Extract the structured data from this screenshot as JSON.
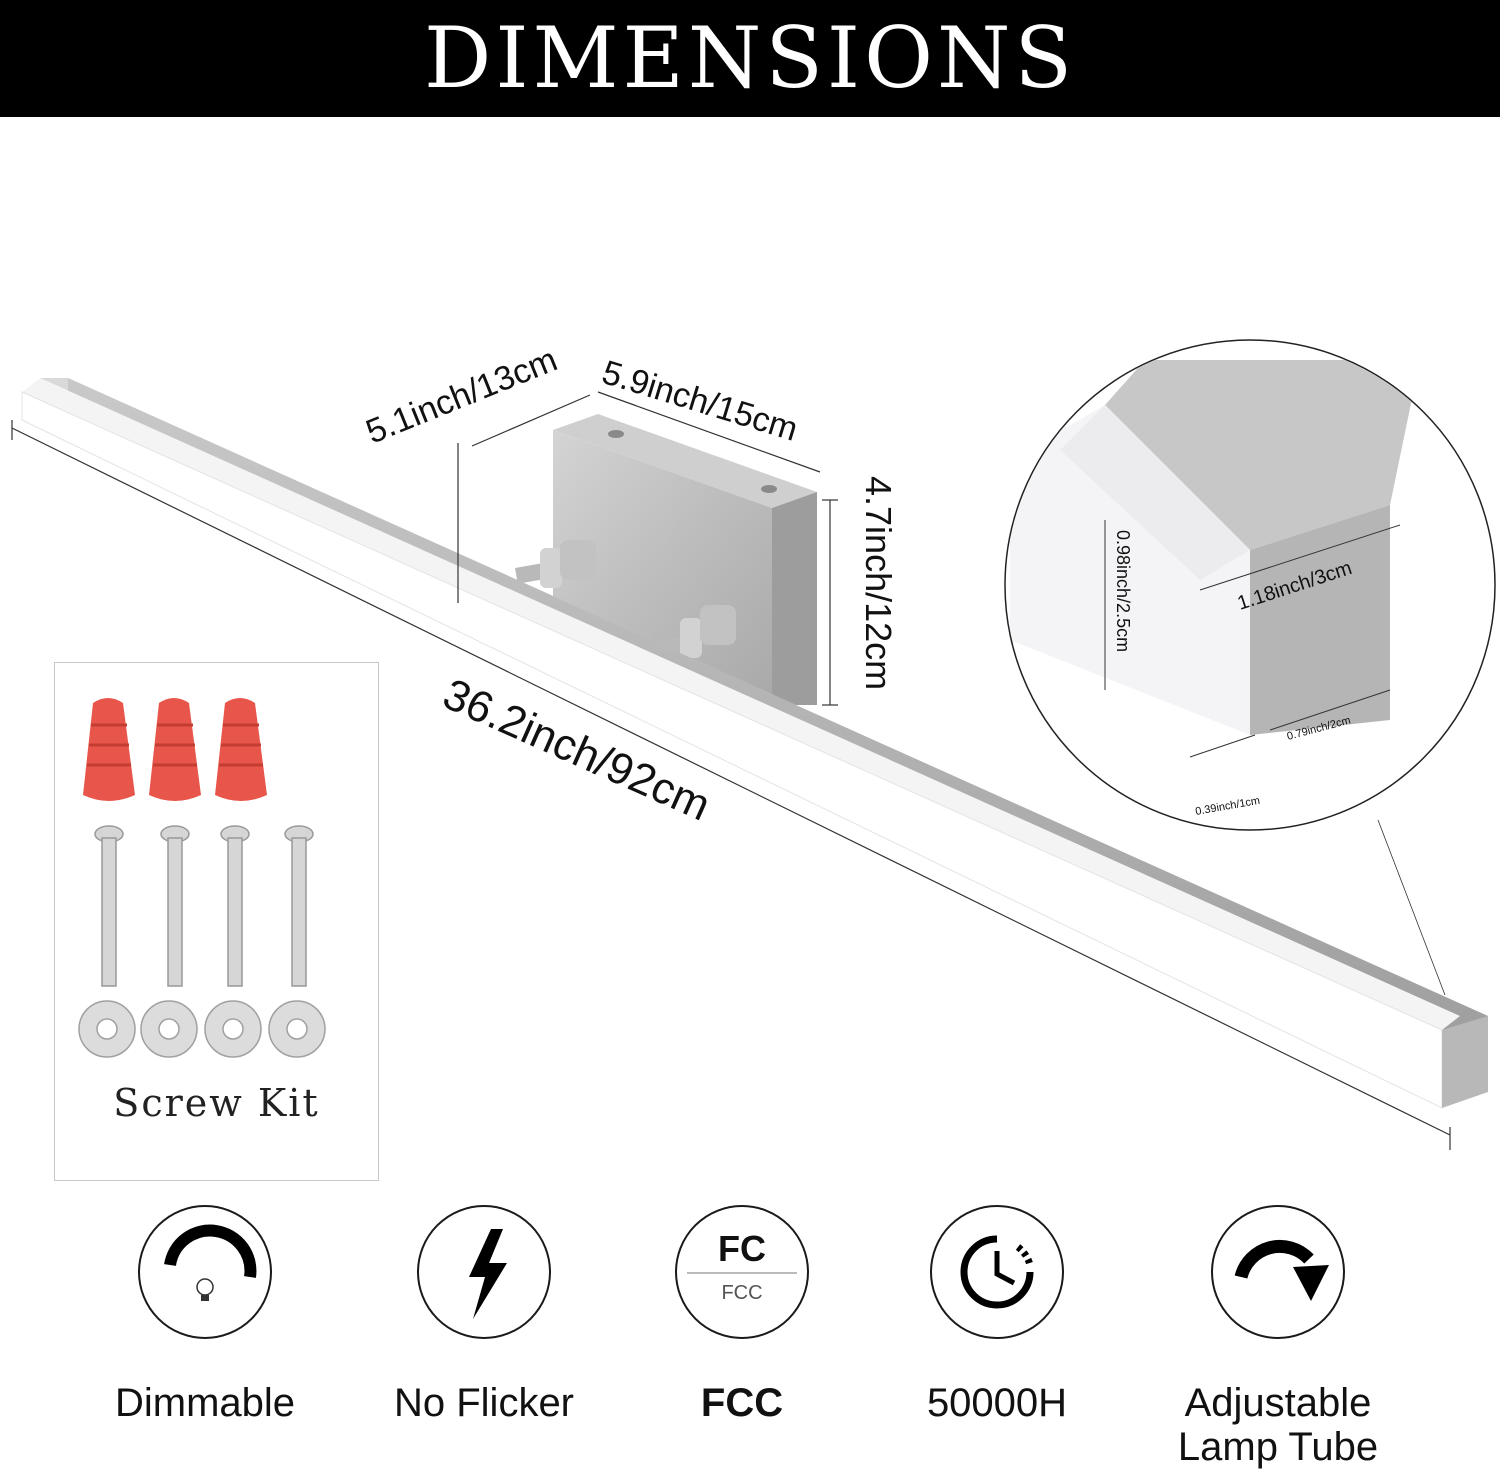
{
  "header": {
    "title": "DIMENSIONS"
  },
  "dimensions": {
    "length": "36.2inch/92cm",
    "depth": "5.1inch/13cm",
    "base_width": "5.9inch/15cm",
    "base_height": "4.7inch/12cm",
    "tube_width": "1.18inch/3cm",
    "tube_height": "0.98inch/2.5cm",
    "lens_part": "0.39inch/1cm",
    "metal_part": "0.79inch/2cm"
  },
  "kit": {
    "label": "Screw Kit",
    "wire_nuts": 3,
    "screws": 4,
    "washers": 4,
    "nut_color": "#e8554a"
  },
  "features": [
    {
      "icon": "dimmer-bulb-icon",
      "label": "Dimmable"
    },
    {
      "icon": "lightning-bolt-icon",
      "label": "No Flicker"
    },
    {
      "icon": "fcc-logo-icon",
      "label": "FCC",
      "logo_text": "FCC"
    },
    {
      "icon": "clock-icon",
      "label": "50000H"
    },
    {
      "icon": "rotate-arrow-icon",
      "label": "Adjustable Lamp Tube"
    }
  ]
}
